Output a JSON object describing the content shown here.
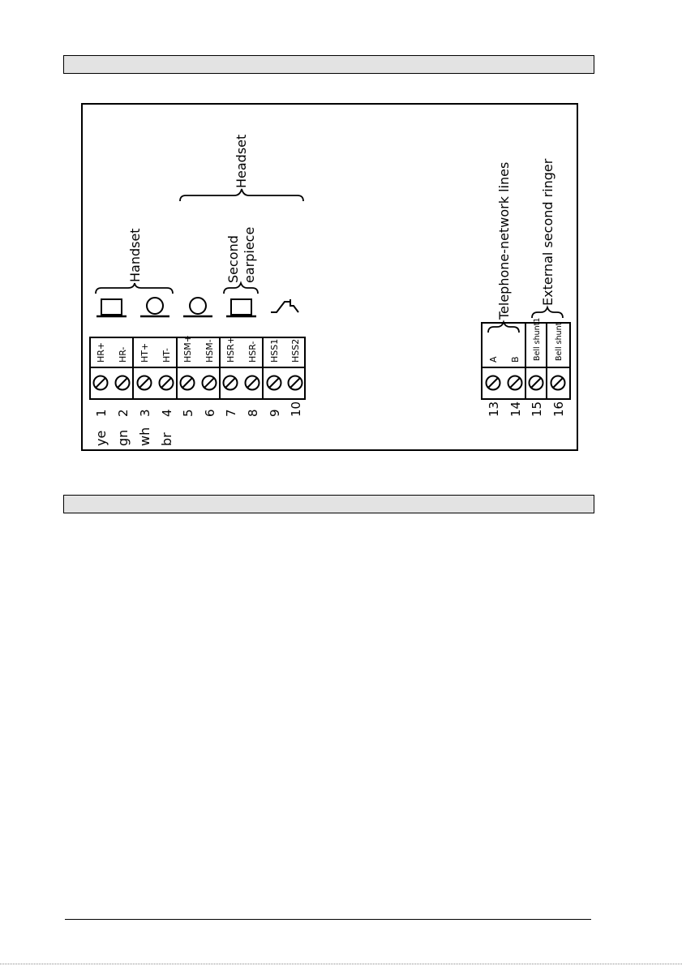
{
  "terminals": [
    {
      "number": "1",
      "signal": "HR+",
      "wire": "ye"
    },
    {
      "number": "2",
      "signal": "HR-",
      "wire": "gn"
    },
    {
      "number": "3",
      "signal": "HT+",
      "wire": "wh"
    },
    {
      "number": "4",
      "signal": "HT-",
      "wire": "br"
    },
    {
      "number": "5",
      "signal": "HSM+",
      "wire": ""
    },
    {
      "number": "6",
      "signal": "HSM-",
      "wire": ""
    },
    {
      "number": "7",
      "signal": "HSR+",
      "wire": ""
    },
    {
      "number": "8",
      "signal": "HSR-",
      "wire": ""
    },
    {
      "number": "9",
      "signal": "HSS1",
      "wire": ""
    },
    {
      "number": "10",
      "signal": "HSS2",
      "wire": ""
    },
    {
      "number": "13",
      "signal": "A",
      "wire": ""
    },
    {
      "number": "14",
      "signal": "B",
      "wire": ""
    },
    {
      "number": "15",
      "signal": "Bell shunt1",
      "wire": ""
    },
    {
      "number": "16",
      "signal": "Bell shunt",
      "wire": ""
    }
  ],
  "groups": {
    "handset": "Handset",
    "headset": "Headset",
    "second_earpiece_line1": "Second",
    "second_earpiece_line2": "earpiece",
    "telephone_lines": "Telephone-network lines",
    "external_ringer": "External second ringer"
  },
  "icons": [
    "earpiece-icon",
    "microphone-icon",
    "microphone-icon",
    "earpiece-icon",
    "hook-switch-icon"
  ]
}
